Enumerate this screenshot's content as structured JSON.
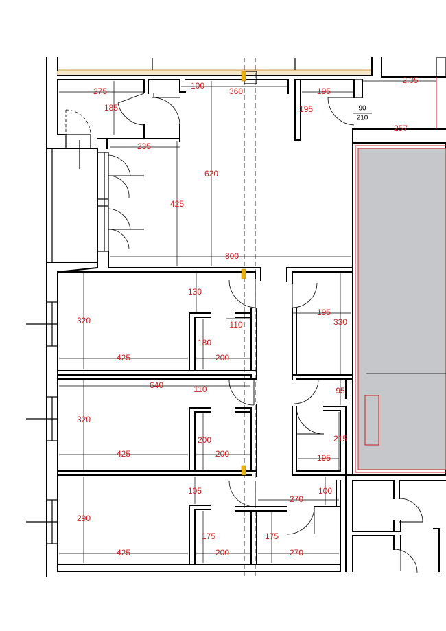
{
  "drawing": {
    "labels": {
      "d275": "275",
      "d100a": "100",
      "d360": "360",
      "d195a": "195",
      "d205": "2.05",
      "d185": "185",
      "d195b": "195",
      "d257": "257",
      "d235": "235",
      "d620": "620",
      "d425a": "425",
      "d800": "800",
      "d130": "130",
      "d195c": "195",
      "d330": "330",
      "d320a": "320",
      "d110a": "110",
      "d180": "180",
      "d425b": "425",
      "d200a": "200",
      "d640": "640",
      "d110b": "110",
      "d95": "95",
      "d320b": "320",
      "d200b": "200",
      "d215": "215",
      "d425c": "425",
      "d200c": "200",
      "d195d": "195",
      "d105": "105",
      "d270a": "270",
      "d100b": "100",
      "d290": "290",
      "d175a": "175",
      "d175b": "175",
      "d425d": "425",
      "d200d": "200",
      "d270b": "270"
    },
    "door_spec": {
      "top": "90",
      "bottom": "210"
    },
    "colors": {
      "dimension_text": "#d21c1c",
      "shaded_zone": "#c6c7cb",
      "hatch": "#f6e7c8",
      "marker": "#e8b20d"
    }
  }
}
